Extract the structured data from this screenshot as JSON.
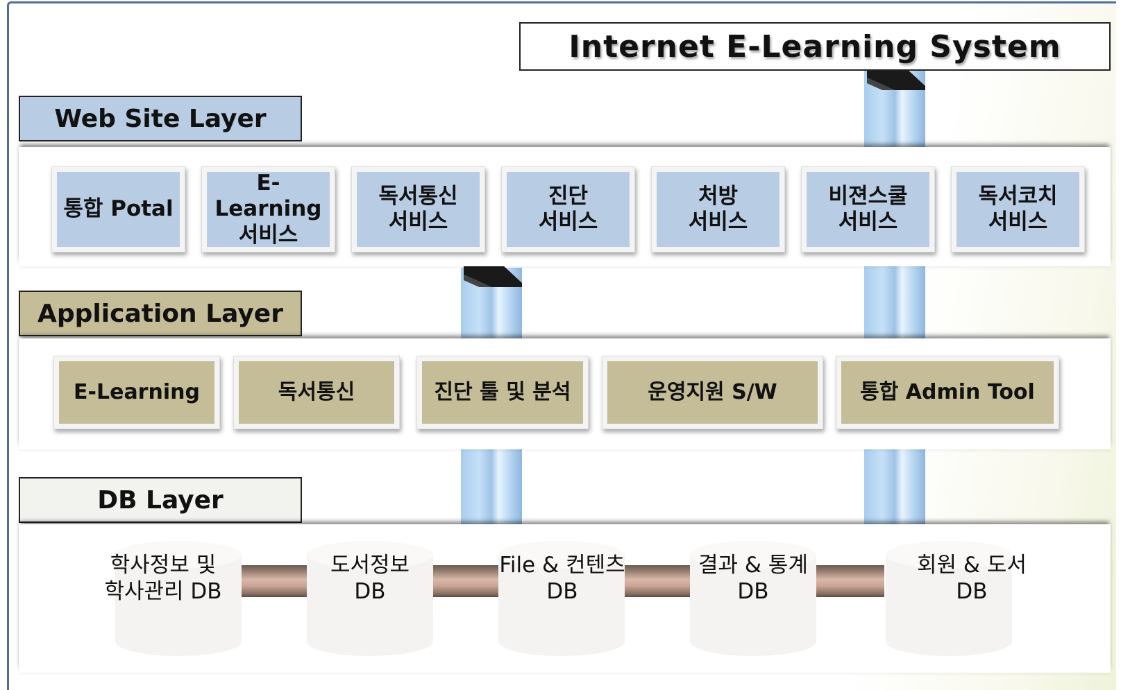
{
  "title": "Internet E-Learning System",
  "layers": {
    "web": {
      "label": "Web Site Layer",
      "items": [
        "통합 Potal",
        "E-Learning\n서비스",
        "독서통신\n서비스",
        "진단\n서비스",
        "처방\n서비스",
        "비젼스쿨\n서비스",
        "독서코치\n서비스"
      ]
    },
    "application": {
      "label": "Application Layer",
      "items": [
        "E-Learning",
        "독서통신",
        "진단 툴 및 분석",
        "운영지원 S/W",
        "통합 Admin Tool"
      ]
    },
    "db": {
      "label": "DB Layer",
      "items": [
        "학사정보 및\n학사관리 DB",
        "도서정보\nDB",
        "File & 컨텐츠\nDB",
        "결과 & 통계\nDB",
        "회원 & 도서\nDB"
      ]
    }
  },
  "colors": {
    "web_label_bg": "#b8cce4",
    "app_label_bg": "#c4bd97",
    "db_label_bg": "#f2f2ee",
    "pipe": "#a9cdef",
    "connector": "#c9a595"
  }
}
